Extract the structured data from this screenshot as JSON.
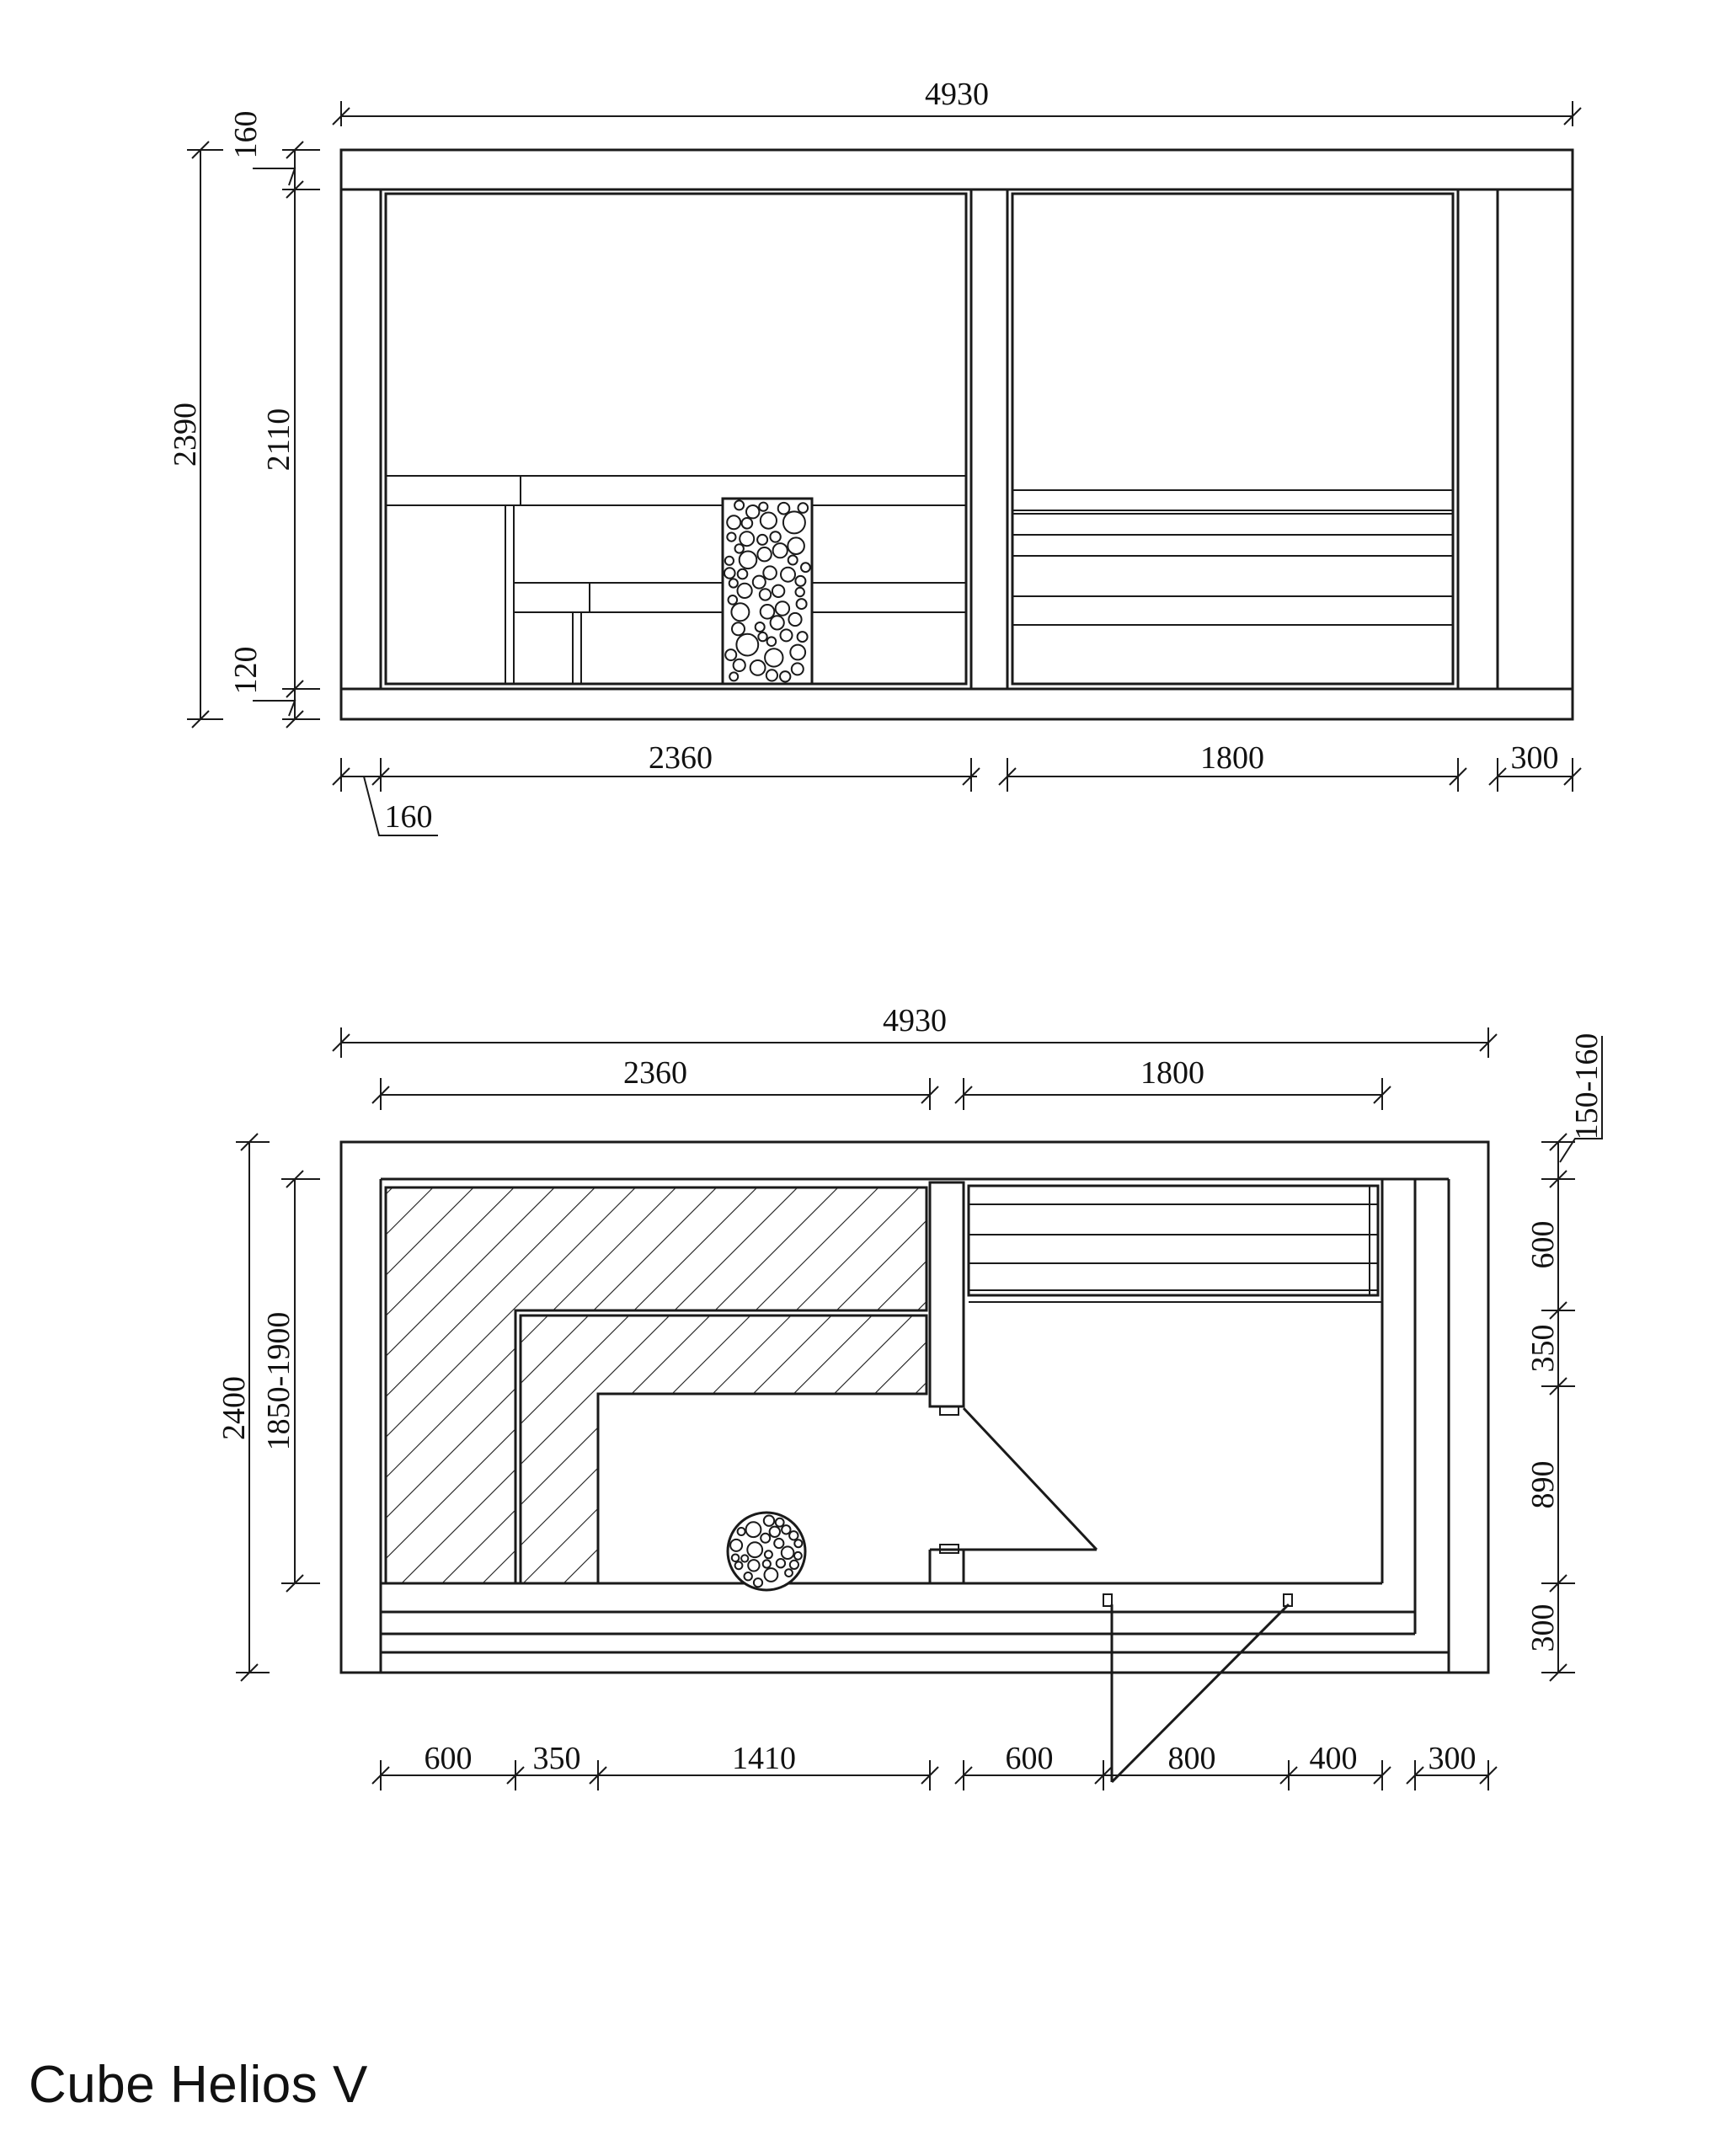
{
  "title": "Cube Helios V",
  "elevation": {
    "total_width": "4930",
    "total_height": "2390",
    "roof_thickness": "160",
    "inner_height": "2110",
    "base_thickness": "120",
    "wall_left": "160",
    "sauna_width": "2360",
    "terrace_width": "1800",
    "wall_right": "300"
  },
  "plan": {
    "total_width": "4930",
    "sauna_width": "2360",
    "terrace_width": "1800",
    "wall_thickness": "150-160",
    "total_depth": "2400",
    "inner_depth": "1850-1900",
    "right_600": "600",
    "right_350": "350",
    "right_890": "890",
    "right_300": "300",
    "bottom_600a": "600",
    "bottom_350": "350",
    "bottom_1410": "1410",
    "bottom_600b": "600",
    "bottom_800": "800",
    "bottom_400": "400",
    "bottom_300": "300"
  }
}
